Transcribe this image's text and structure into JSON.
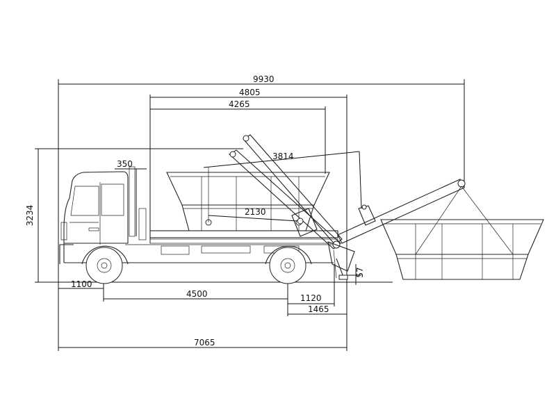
{
  "dimensions": {
    "total_length_extended": "9930",
    "body_length": "4805",
    "container_length": "4265",
    "arm_reach": "3814",
    "overall_height": "3234",
    "cab_clearance": "350",
    "container_inner": "2130",
    "front_overhang": "1100",
    "wheelbase": "4500",
    "rear_axle_to_arm": "1120",
    "rear_overhang": "1465",
    "overall_length": "7065",
    "ground_clearance": "57"
  }
}
